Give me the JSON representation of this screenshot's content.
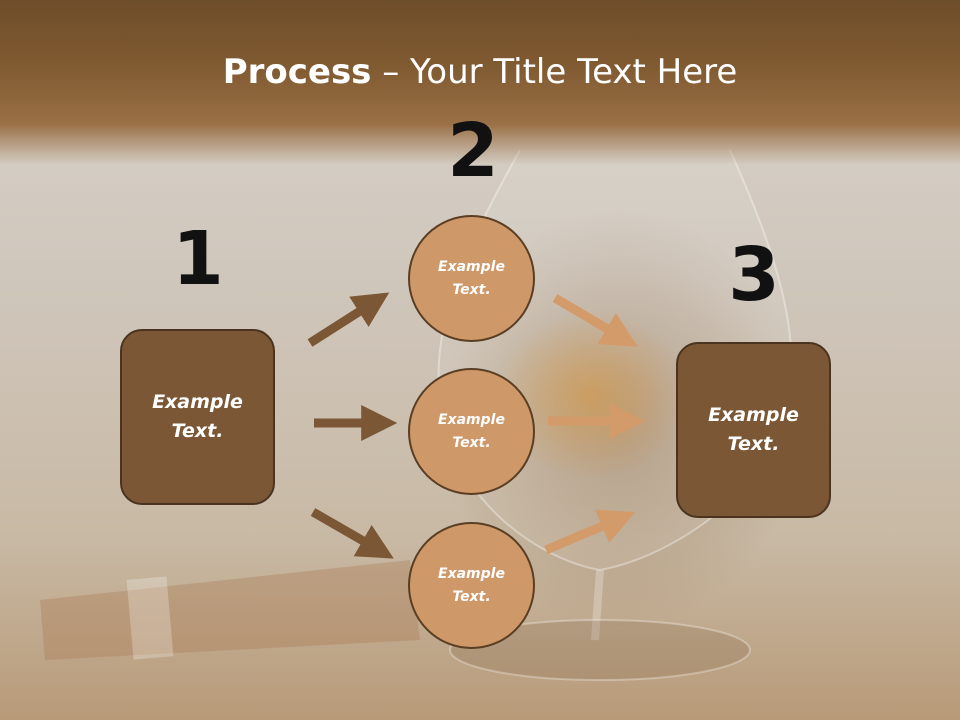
{
  "title": {
    "bold": "Process",
    "rest": " – Your Title Text Here"
  },
  "steps": [
    {
      "number": "1"
    },
    {
      "number": "2"
    },
    {
      "number": "3"
    }
  ],
  "boxes": [
    {
      "label": "Example Text."
    },
    {
      "label": "Example Text."
    }
  ],
  "circles": [
    {
      "label": "Example Text."
    },
    {
      "label": "Example Text."
    },
    {
      "label": "Example Text."
    }
  ],
  "colors": {
    "header": "#805a31",
    "box_fill": "#7b5736",
    "circle_fill": "#cf9868",
    "arrow_dark": "#7b5736",
    "arrow_light": "#d39a6a"
  }
}
